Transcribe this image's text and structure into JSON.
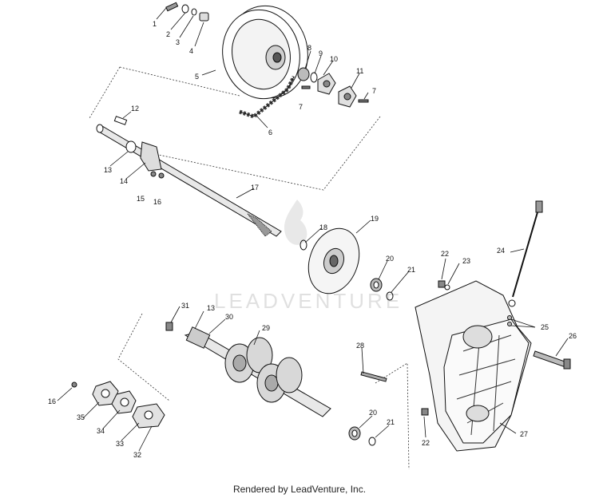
{
  "watermark": "LEADVENTURE",
  "footer": "Rendered by LeadVenture, Inc.",
  "callouts": {
    "c1": "1",
    "c2": "2",
    "c3": "3",
    "c4": "4",
    "c5": "5",
    "c6": "6",
    "c7a": "7",
    "c7b": "7",
    "c8": "8",
    "c9": "9",
    "c10": "10",
    "c11": "11",
    "c12": "12",
    "c13a": "13",
    "c13b": "13",
    "c14": "14",
    "c15": "15",
    "c16a": "16",
    "c16b": "16",
    "c17": "17",
    "c18": "18",
    "c19": "19",
    "c20a": "20",
    "c20b": "20",
    "c21a": "21",
    "c21b": "21",
    "c22a": "22",
    "c22b": "22",
    "c23": "23",
    "c24": "24",
    "c25": "25",
    "c26": "26",
    "c27": "27",
    "c28": "28",
    "c29": "29",
    "c30": "30",
    "c31": "31",
    "c32": "32",
    "c33": "33",
    "c34": "34",
    "c35": "35"
  }
}
